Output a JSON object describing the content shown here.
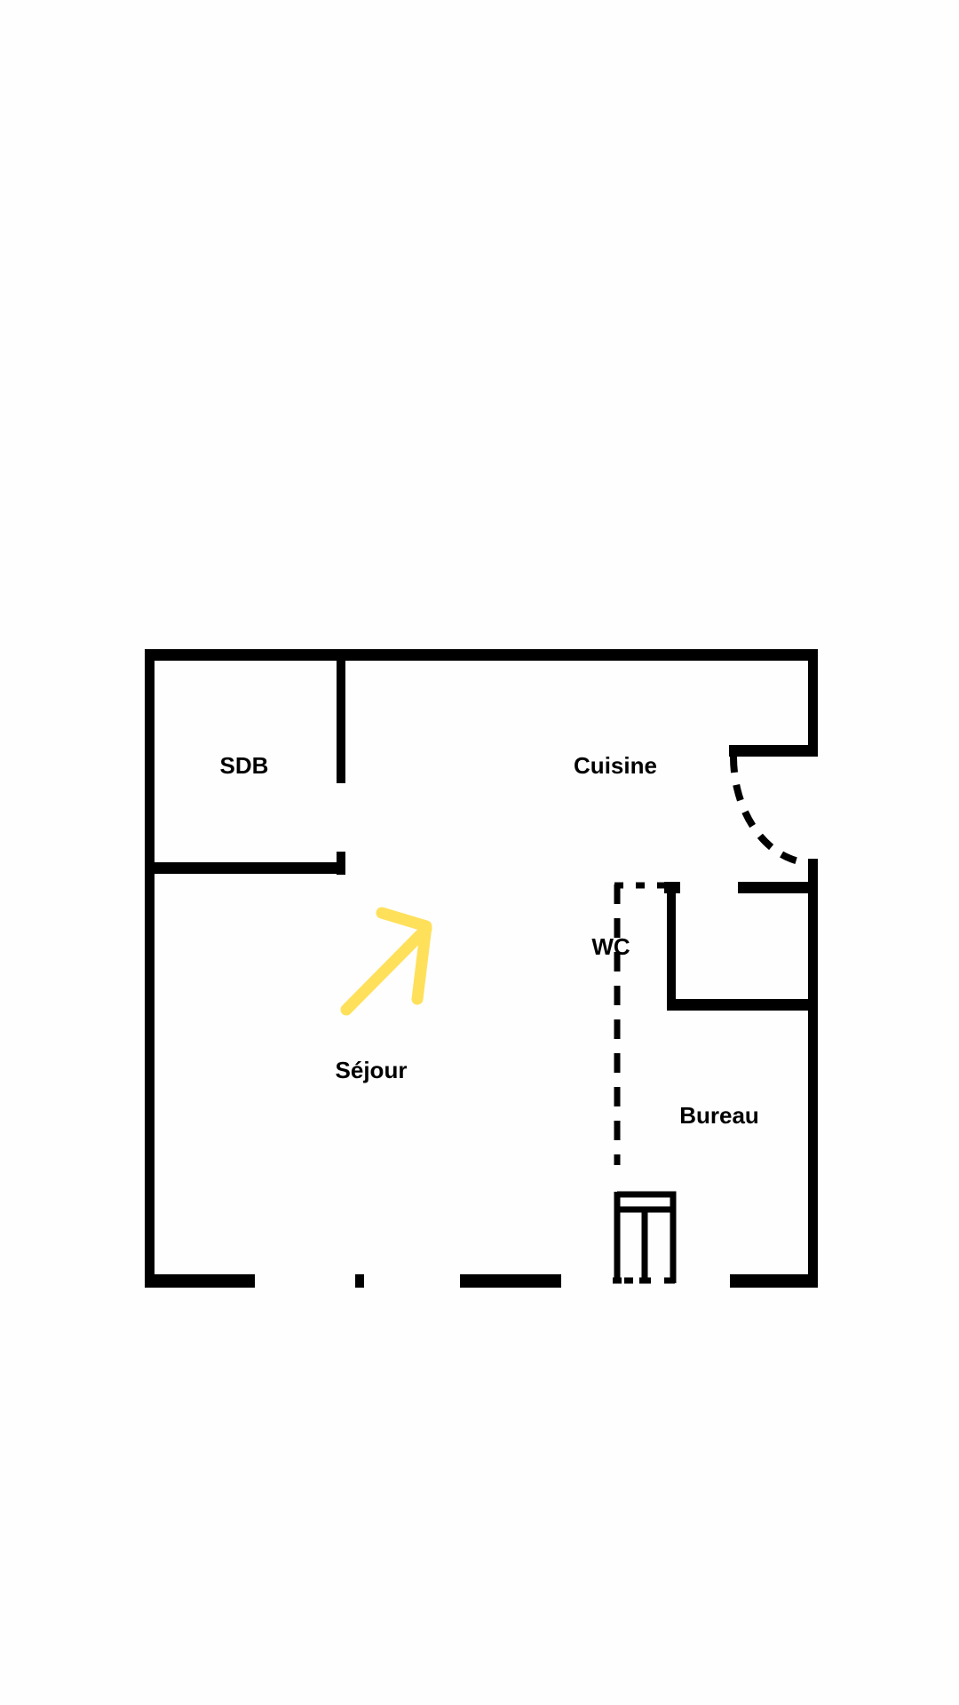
{
  "plan": {
    "rooms": [
      {
        "key": "sdb",
        "label": "SDB"
      },
      {
        "key": "cuisine",
        "label": "Cuisine"
      },
      {
        "key": "wc",
        "label": "WC"
      },
      {
        "key": "sejour",
        "label": "Séjour"
      },
      {
        "key": "bureau",
        "label": "Bureau"
      }
    ],
    "wall_color": "#000000",
    "arrow_color": "#FFE05A"
  }
}
